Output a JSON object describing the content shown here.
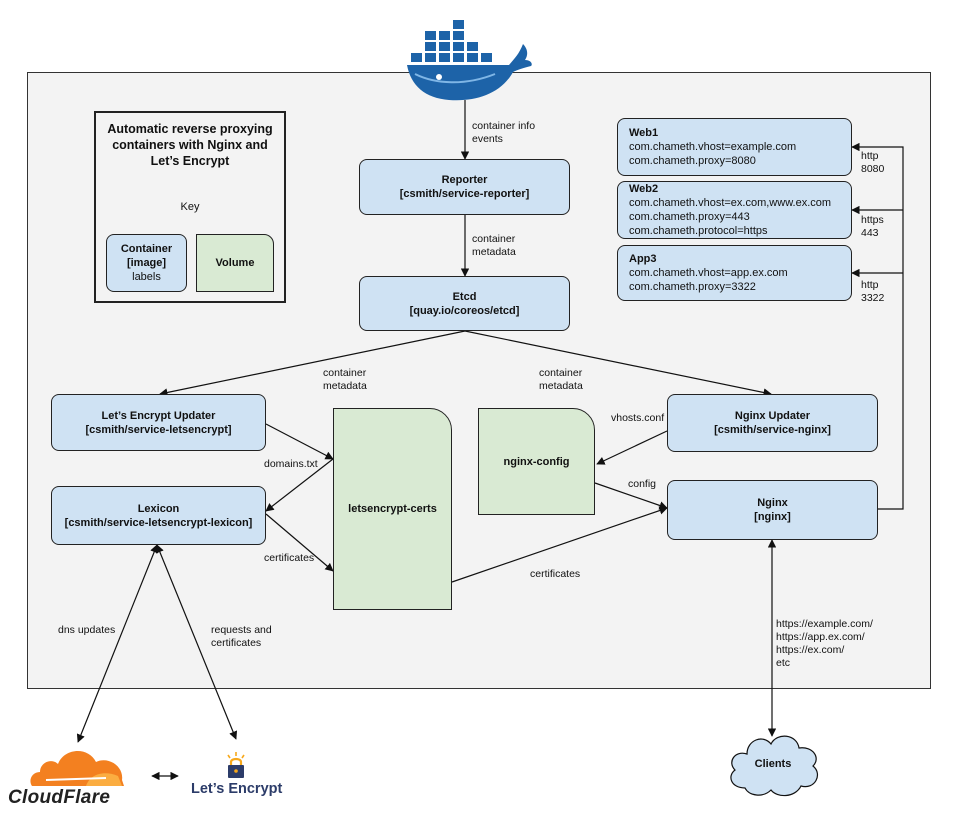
{
  "key": {
    "title": "Automatic reverse proxying containers with Nginx and Let’s Encrypt",
    "key_label": "Key",
    "container_title": "Container",
    "container_image": "[image]",
    "container_labels": "labels",
    "volume_label": "Volume"
  },
  "nodes": {
    "reporter": {
      "title": "Reporter",
      "image": "[csmith/service-reporter]"
    },
    "etcd": {
      "title": "Etcd",
      "image": "[quay.io/coreos/etcd]"
    },
    "le_updater": {
      "title": "Let’s Encrypt Updater",
      "image": "[csmith/service-letsencrypt]"
    },
    "lexicon": {
      "title": "Lexicon",
      "image": "[csmith/service-letsencrypt-lexicon]"
    },
    "nginx_updater": {
      "title": "Nginx Updater",
      "image": "[csmith/service-nginx]"
    },
    "nginx": {
      "title": "Nginx",
      "image": "[nginx]"
    }
  },
  "volumes": {
    "certs": "letsencrypt-certs",
    "config": "nginx-config"
  },
  "web_containers": [
    {
      "name": "Web1",
      "labels": [
        "com.chameth.vhost=example.com",
        "com.chameth.proxy=8080"
      ]
    },
    {
      "name": "Web2",
      "labels": [
        "com.chameth.vhost=ex.com,www.ex.com",
        "com.chameth.proxy=443",
        "com.chameth.protocol=https"
      ]
    },
    {
      "name": "App3",
      "labels": [
        "com.chameth.vhost=app.ex.com",
        "com.chameth.proxy=3322"
      ]
    }
  ],
  "edge_labels": {
    "container_info": [
      "container info",
      "events"
    ],
    "container_metadata_1": [
      "container",
      "metadata"
    ],
    "container_metadata_2": [
      "container",
      "metadata"
    ],
    "container_metadata_3": [
      "container",
      "metadata"
    ],
    "domains": "domains.txt",
    "certificates_1": "certificates",
    "certificates_2": "certificates",
    "vhosts": "vhosts.conf",
    "config": "config",
    "web1_port": [
      "http",
      "8080"
    ],
    "web2_port": [
      "https",
      "443"
    ],
    "app3_port": [
      "http",
      "3322"
    ],
    "dns_updates": "dns updates",
    "requests": [
      "requests and",
      "certificates"
    ],
    "client_urls": [
      "https://example.com/",
      "https://app.ex.com/",
      "https://ex.com/",
      "etc"
    ]
  },
  "external": {
    "cloudflare": "CloudFlare",
    "letsencrypt": "Let’s Encrypt",
    "clients": "Clients"
  },
  "colors": {
    "container": "#cfe2f3",
    "volume": "#d9ead3",
    "docker": "#1d63a8",
    "cloudflare_orange": "#f38020",
    "letsencrypt_navy": "#2c3c69",
    "letsencrypt_gold": "#f7a81b"
  }
}
